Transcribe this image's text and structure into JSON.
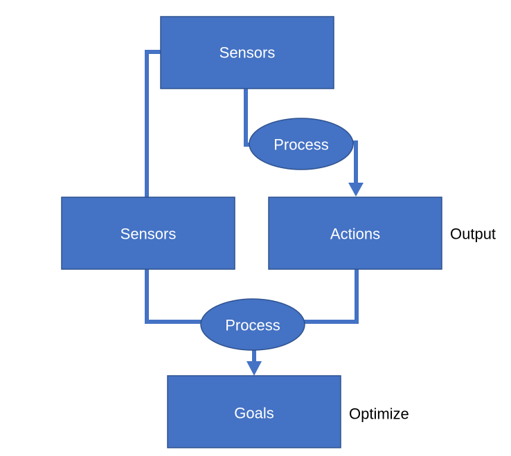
{
  "colors": {
    "node_fill": "#4472c4",
    "node_border": "#2f528f",
    "connector": "#4472c4",
    "node_text": "#ffffff",
    "side_text": "#000000"
  },
  "nodes": {
    "sensors_top": "Sensors",
    "process_top": "Process",
    "sensors_left": "Sensors",
    "actions": "Actions",
    "process_bottom": "Process",
    "goals": "Goals"
  },
  "annotations": {
    "output": "Output",
    "optimize": "Optimize"
  },
  "edges": [
    {
      "from": "sensors_top",
      "to": "process_top",
      "arrow": false
    },
    {
      "from": "process_top",
      "to": "actions",
      "arrow": true
    },
    {
      "from": "sensors_top",
      "to": "sensors_left",
      "arrow": false
    },
    {
      "from": "sensors_left",
      "to": "process_bottom",
      "arrow": false
    },
    {
      "from": "actions",
      "to": "process_bottom",
      "arrow": false
    },
    {
      "from": "process_bottom",
      "to": "goals",
      "arrow": true
    }
  ]
}
